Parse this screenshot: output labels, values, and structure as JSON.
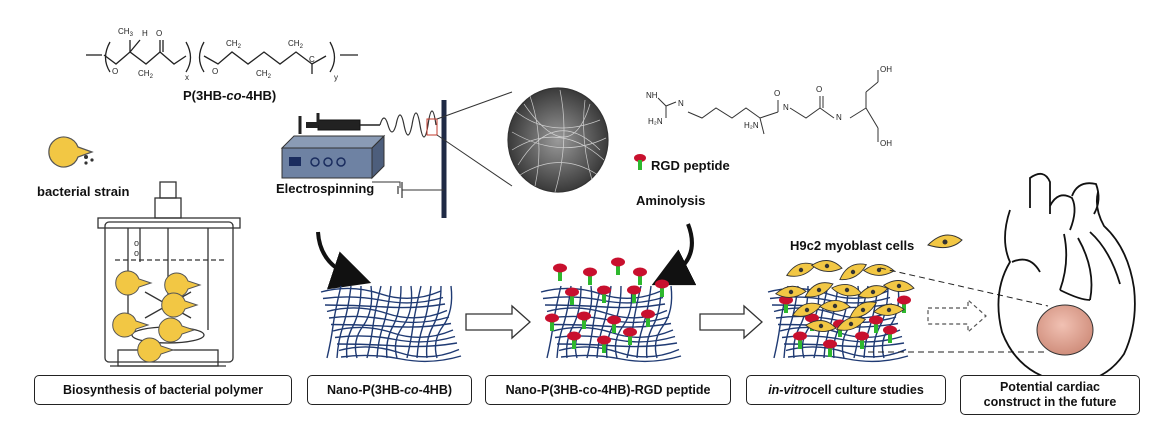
{
  "polymer_formula": {
    "name_prefix": "P(3HB-",
    "name_italic": "co",
    "name_suffix": "-4HB)",
    "subscript_x": "x",
    "subscript_y": "y",
    "atom_ch3": "CH",
    "atom_ch3_sub": "3",
    "atom_h": "H",
    "atom_o": "O",
    "atom_ch2": "CH",
    "atom_ch2_sub": "2"
  },
  "labels": {
    "bacterial_strain": "bacterial strain",
    "electrospinning": "Electrospinning",
    "rgd_peptide": "RGD peptide",
    "aminolysis": "Aminolysis",
    "h9c2": "H9c2 myoblast cells"
  },
  "rgd_structure": {
    "nh": "NH",
    "h2n": "H₂N",
    "n_h": "N",
    "oh": "OH",
    "o": "O",
    "h": "H"
  },
  "stage_boxes": [
    {
      "id": "biosynthesis",
      "parts": [
        {
          "text": "Biosynthesis of bacterial polymer",
          "italic": false
        }
      ]
    },
    {
      "id": "nano",
      "parts": [
        {
          "text": "Nano-P(3HB-",
          "italic": false
        },
        {
          "text": "co",
          "italic": true
        },
        {
          "text": "-4HB)",
          "italic": false
        }
      ]
    },
    {
      "id": "nano_rgd",
      "parts": [
        {
          "text": "Nano-P(3HB-co-4HB)-RGD peptide",
          "italic": false
        }
      ]
    },
    {
      "id": "invitro",
      "parts": [
        {
          "text": "in-vitro",
          "italic": true
        },
        {
          "text": " cell culture studies",
          "italic": false
        }
      ]
    },
    {
      "id": "cardiac",
      "parts": [
        {
          "text": "Potential cardiac",
          "italic": false
        },
        {
          "text": "construct in the future",
          "italic": false,
          "newline": true
        }
      ]
    }
  ],
  "colors": {
    "mesh": "#1f3a73",
    "peptide_head": "#c8102e",
    "peptide_stem": "#2eb82e",
    "cell": "#f2c744",
    "strain": "#f2c744",
    "heart_patch": "#e6a794",
    "device": "#5b6f90"
  }
}
